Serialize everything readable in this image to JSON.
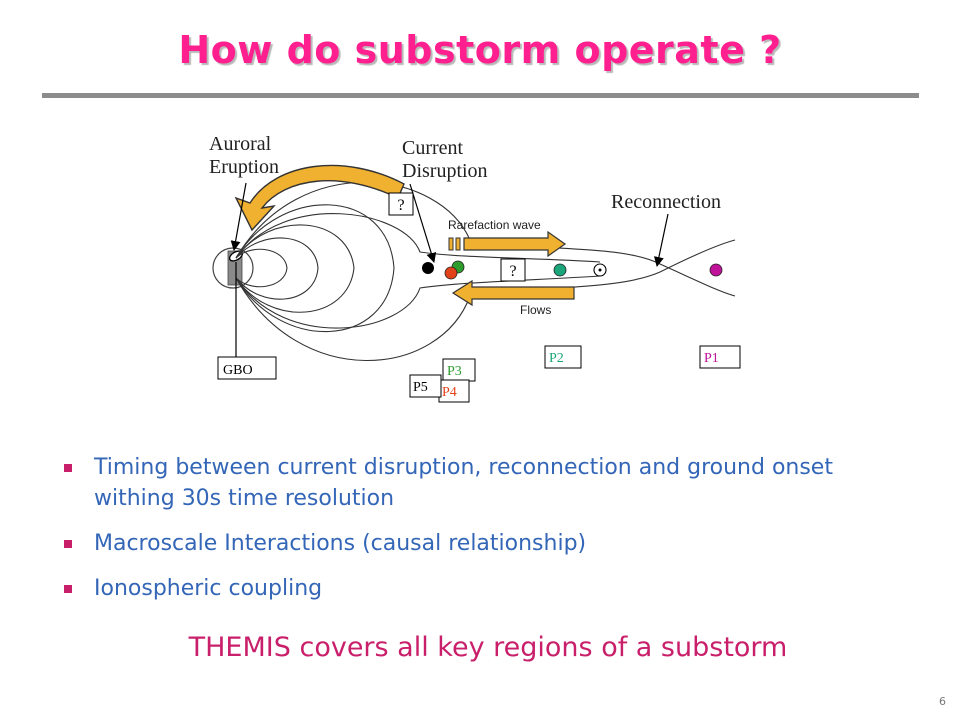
{
  "slide": {
    "title": "How do substorm operate ?",
    "page_number": "6"
  },
  "diagram": {
    "labels": {
      "auroral_line1": "Auroral",
      "auroral_line2": "Eruption",
      "current_line1": "Current",
      "current_line2": "Disruption",
      "reconnection": "Reconnection",
      "rarefaction": "Rarefaction wave",
      "flows": "Flows",
      "question_top": "?",
      "question_mid": "?"
    },
    "probes": {
      "gbo": "GBO",
      "p1": "P1",
      "p2": "P2",
      "p3": "P3",
      "p4": "P4",
      "p5": "P5"
    },
    "colors": {
      "arrow_fill": "#f0b030",
      "p1": "#c0139a",
      "p2": "#1aa67a",
      "p3": "#2e9c2e",
      "p4": "#e2421a",
      "p5": "#000000"
    }
  },
  "bullets": [
    "Timing between current disruption,   reconnection and ground onset withing 30s time resolution",
    "Macroscale Interactions (causal relationship)",
    "Ionospheric coupling"
  ],
  "tagline": "THEMIS covers all key regions of a substorm"
}
